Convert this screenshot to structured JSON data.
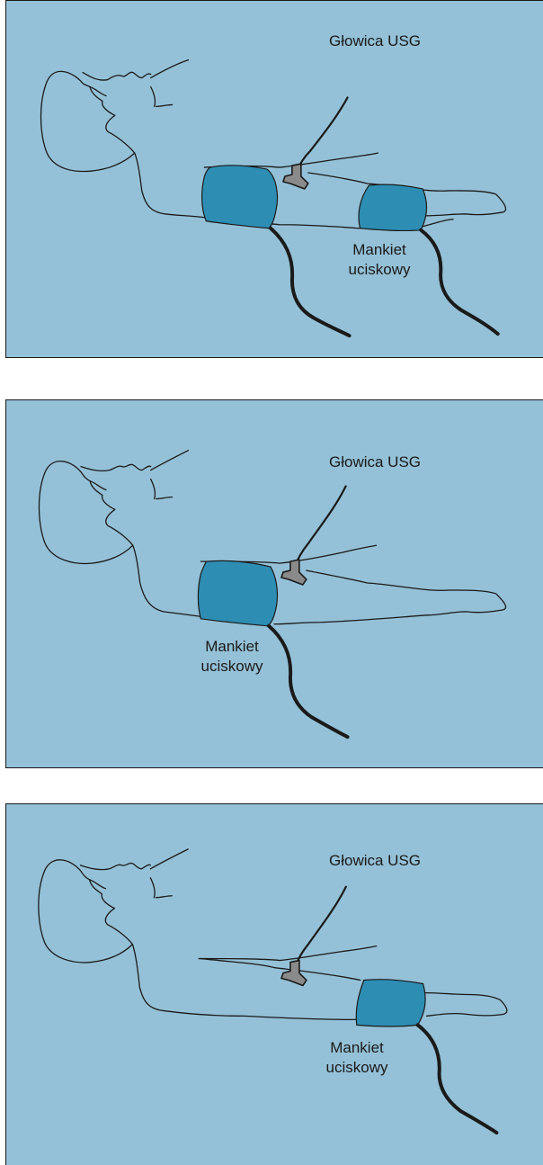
{
  "panels": [
    {
      "probe_label": "Głowica USG",
      "cuff_label_line1": "Mankiet",
      "cuff_label_line2": "uciskowy",
      "cuffs": [
        "arm-upper",
        "forearm"
      ]
    },
    {
      "probe_label": "Głowica USG",
      "cuff_label_line1": "Mankiet",
      "cuff_label_line2": "uciskowy",
      "cuffs": [
        "arm-upper"
      ]
    },
    {
      "probe_label": "Głowica USG",
      "cuff_label_line1": "Mankiet",
      "cuff_label_line2": "uciskowy",
      "cuffs": [
        "forearm"
      ]
    }
  ],
  "colors": {
    "background": "#94c1d7",
    "cuff": "#2e8db3",
    "probe": "#8a8a8a",
    "line": "#1a1a1a"
  }
}
